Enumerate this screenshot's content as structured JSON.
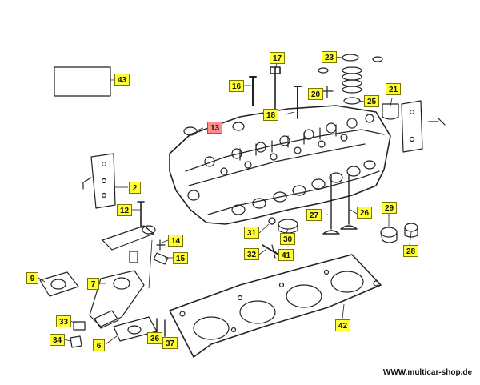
{
  "colors": {
    "label_fill": "#ffff33",
    "highlight_fill": "#ff8c8c",
    "line": "#222222"
  },
  "callouts": {
    "c2": "2",
    "c6": "6",
    "c7": "7",
    "c9": "9",
    "c12": "12",
    "c13": "13",
    "c14": "14",
    "c15": "15",
    "c16": "16",
    "c17": "17",
    "c18": "18",
    "c20": "20",
    "c21": "21",
    "c23": "23",
    "c25": "25",
    "c26": "26",
    "c27": "27",
    "c28": "28",
    "c29": "29",
    "c30": "30",
    "c31": "31",
    "c32": "32",
    "c33": "33",
    "c34": "34",
    "c36": "36",
    "c37": "37",
    "c41": "41",
    "c42": "42",
    "c43": "43"
  },
  "footer": {
    "url": "WWW.multicar-shop.de"
  }
}
